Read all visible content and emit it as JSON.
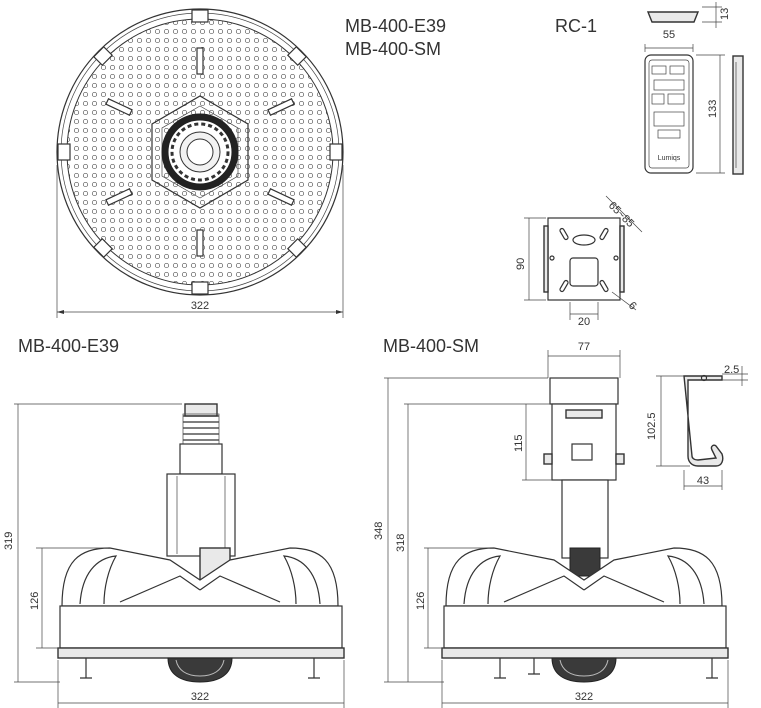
{
  "labels": {
    "top_model_1": "MB-400-E39",
    "top_model_2": "MB-400-SM",
    "remote_model": "RC-1",
    "side_left_model": "MB-400-E39",
    "side_right_model": "MB-400-SM",
    "remote_brand": "Lumiqs"
  },
  "dimensions": {
    "top_diameter": "322",
    "remote_thickness": "13",
    "remote_width": "55",
    "remote_height": "133",
    "bracket_height": "90",
    "bracket_hole_width": "20",
    "bracket_slot_span": "65~85",
    "bracket_hole_dia": "6",
    "e39_total_height": "319",
    "e39_body_height": "126",
    "e39_width": "322",
    "sm_width_top": "77",
    "sm_bracket_height": "115",
    "sm_total_height": "348",
    "sm_body_to_top": "318",
    "sm_body_height": "126",
    "sm_width": "322",
    "hook_offset": "2.5",
    "hook_height": "102.5",
    "hook_width": "43"
  }
}
